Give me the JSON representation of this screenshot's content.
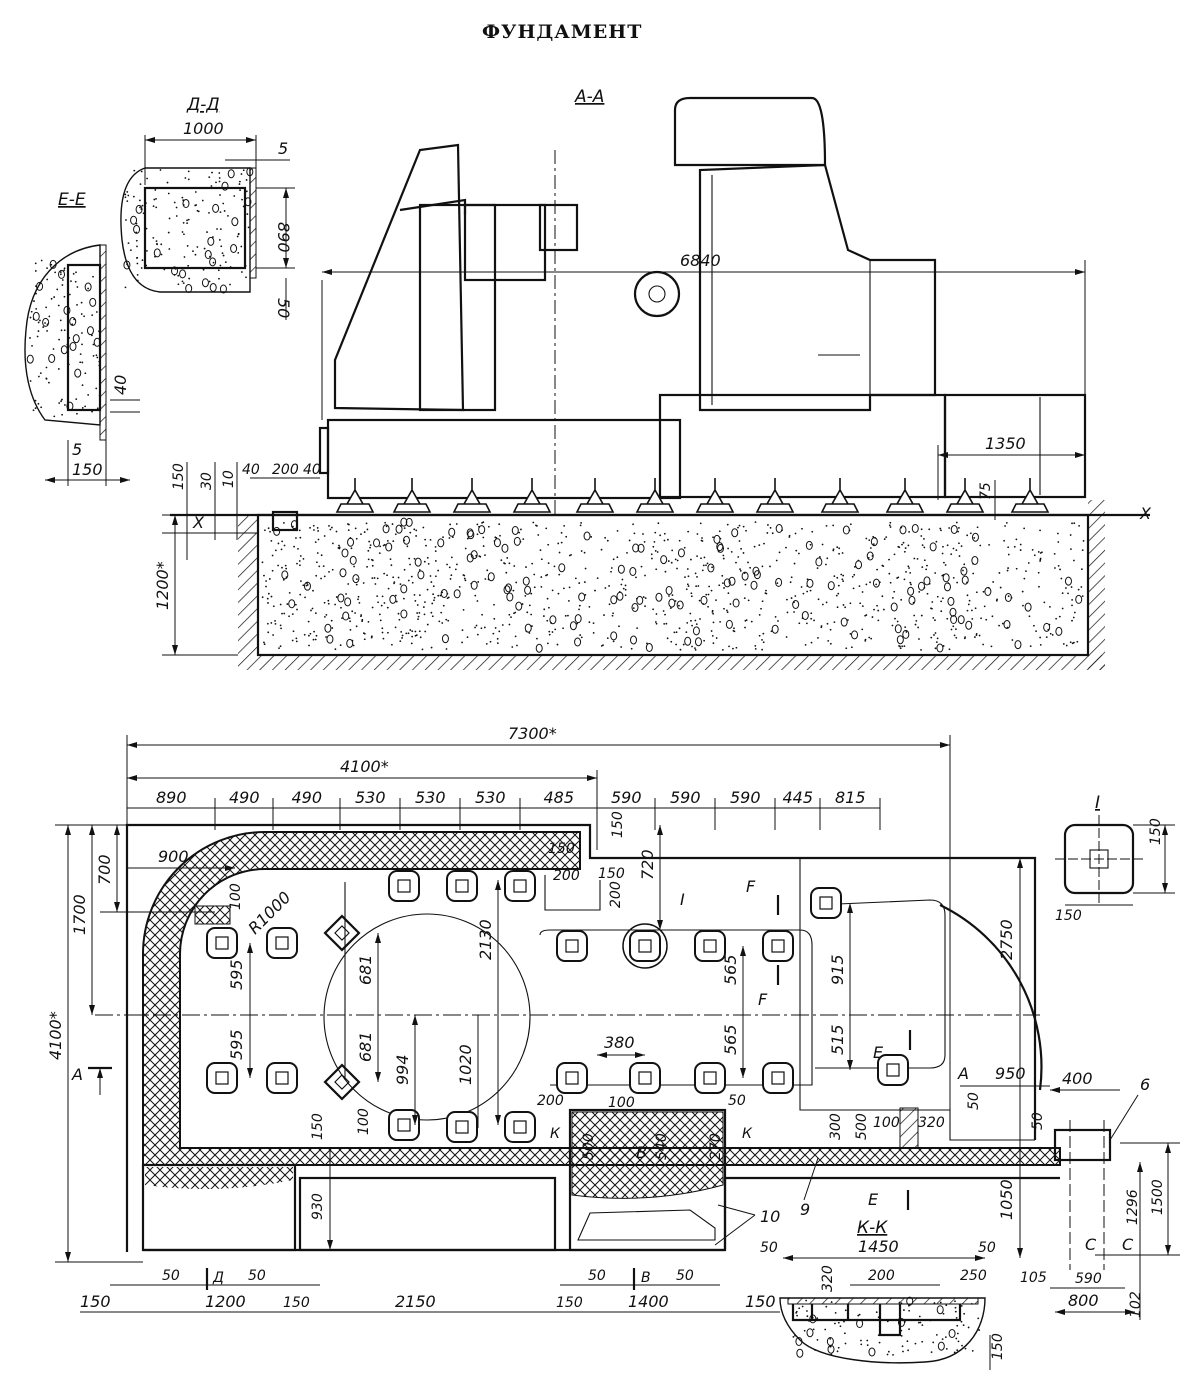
{
  "title": "ФУНДАМЕНТ",
  "sections": {
    "aa": "А-А",
    "dd": "Д-Д",
    "ee": "Е-Е",
    "kk": "К-К",
    "detail": "I"
  },
  "section_aa": {
    "d6840": "6840",
    "d1350": "1350",
    "d75": "75",
    "d150": "150",
    "d30": "30",
    "d10": "10",
    "d40a": "40",
    "d200": "200",
    "d40b": "40",
    "d1200": "1200*",
    "x1": "X",
    "x2": "X"
  },
  "section_dd": {
    "d1000": "1000",
    "d5": "5",
    "d890": "890",
    "d50": "50"
  },
  "section_ee": {
    "d40": "40",
    "d5": "5",
    "d150": "150"
  },
  "plan": {
    "top": {
      "overall": "7300*",
      "left_part": "4100*",
      "row": [
        "890",
        "490",
        "490",
        "530",
        "530",
        "530",
        "485",
        "590",
        "590",
        "590",
        "445",
        "815"
      ]
    },
    "left": {
      "d700": "700",
      "d1700": "1700",
      "d4100": "4100*",
      "d900": "900",
      "r1000": "R1000",
      "d100": "100",
      "cut_a": "A"
    },
    "interior": {
      "d595a": "595",
      "d595b": "595",
      "d681a": "681",
      "d681b": "681",
      "d994": "994",
      "d2130": "2130",
      "d1020": "1020",
      "d565a": "565",
      "d565b": "565",
      "d915": "915",
      "d515": "515",
      "d380": "380",
      "d720": "720",
      "d150a": "150",
      "d150b": "150",
      "d150c": "150",
      "d200a": "200",
      "d200b": "200",
      "d200c": "200",
      "d100a": "100",
      "d100b": "100",
      "d50a": "50",
      "d500a": "500",
      "d540": "540",
      "d270": "270",
      "cut_b": "B",
      "cut_k1": "К",
      "cut_k2": "К",
      "cut_f1": "F",
      "cut_f2": "F",
      "cut_e1": "E",
      "cut_e2": "E",
      "detail_ref": "I",
      "d2750": "2750",
      "d950": "950",
      "d400": "400",
      "ref6": "6",
      "cut_a2": "A",
      "d50b": "50",
      "d50c": "50",
      "d300": "300",
      "d500b": "500",
      "d100c": "100",
      "d320": "320",
      "d1050": "1050",
      "d1296": "1296",
      "d1500": "1500",
      "cut_c1": "C",
      "cut_c2": "C",
      "d105": "105",
      "d590": "590",
      "d800": "800",
      "d102": "102",
      "ref9": "9",
      "ref10": "10",
      "d150d": "150",
      "d930": "930"
    },
    "bottom": {
      "row1": [
        "50",
        "Д",
        "50",
        "50",
        "B",
        "50"
      ],
      "row2": [
        "150",
        "1200",
        "150",
        "2150",
        "150",
        "1400",
        "150"
      ]
    }
  },
  "section_kk": {
    "d1450": "1450",
    "d50a": "50",
    "d50b": "50",
    "d320": "320",
    "d200": "200",
    "d250": "250",
    "d150": "150"
  },
  "detail_i": {
    "d150a": "150",
    "d150b": "150"
  }
}
